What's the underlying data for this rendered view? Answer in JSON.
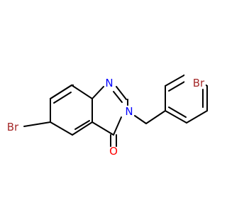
{
  "molecule": {
    "atoms": {
      "br1": "Br",
      "br2": "Br",
      "n1": "N",
      "n3": "N",
      "o": "O"
    },
    "colors": {
      "bond": "#000000",
      "bromine": "#a52a2a",
      "nitrogen": "#0000ff",
      "oxygen": "#ff0000"
    }
  }
}
